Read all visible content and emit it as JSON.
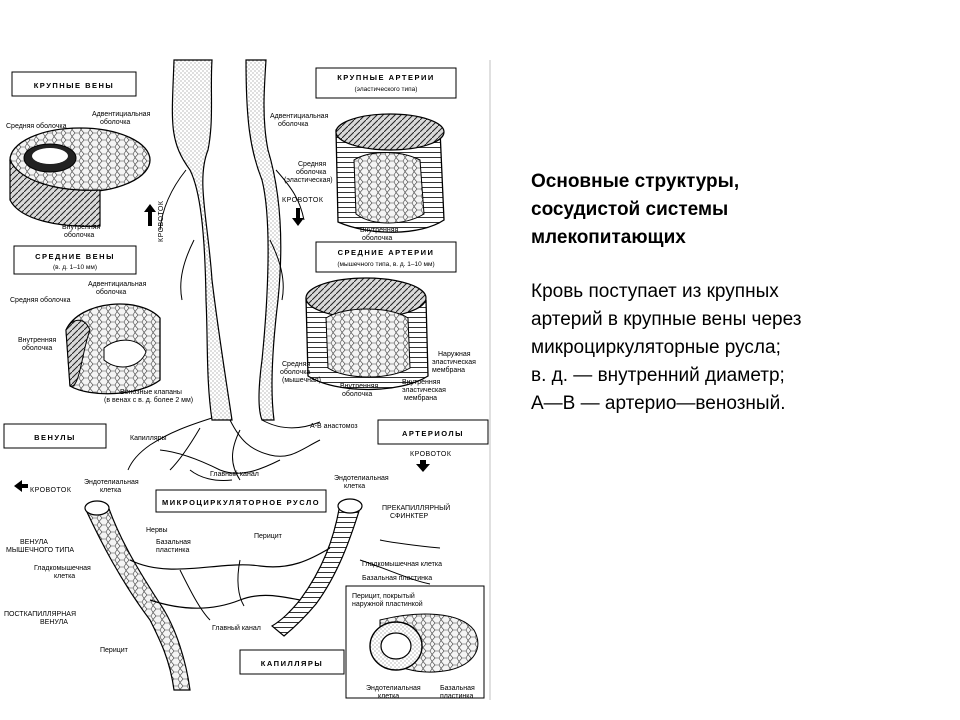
{
  "text": {
    "title_lines": [
      "Основные структуры,",
      "сосудистой системы",
      "млекопитающих"
    ],
    "body_lines": [
      "Кровь поступает из крупных",
      "артерий в крупные вены через",
      "микроциркуляторные русла;",
      "в. д. — внутренний диаметр;",
      "А—В — артерио—венозный."
    ]
  },
  "diagram": {
    "large_veins": {
      "title": "КРУПНЫЕ ВЕНЫ",
      "labels": {
        "adventitia": [
          "Адвентициальная",
          "оболочка"
        ],
        "media": "Средняя оболочка",
        "intima": [
          "Внутренняя",
          "оболочка"
        ]
      },
      "flow": "КРОВОТОК"
    },
    "large_arteries": {
      "title": "КРУПНЫЕ АРТЕРИИ",
      "subtitle": "(эластического типа)",
      "labels": {
        "adventitia": [
          "Адвентициальная",
          "оболочка"
        ],
        "media": [
          "Средняя",
          "оболочка",
          "(эластическая)"
        ],
        "intima": [
          "Внутренняя",
          "оболочка"
        ]
      },
      "flow": "КРОВОТОК"
    },
    "medium_veins": {
      "title": "СРЕДНИЕ ВЕНЫ",
      "subtitle": "(в. д. 1–10 мм)",
      "labels": {
        "adventitia": [
          "Адвентициальная",
          "оболочка"
        ],
        "media": "Средняя оболочка",
        "intima": [
          "Внутренняя",
          "оболочка"
        ],
        "valves": [
          "Венозные клапаны",
          "(в венах с в. д. более 2 мм)"
        ]
      }
    },
    "medium_arteries": {
      "title": "СРЕДНИЕ АРТЕРИИ",
      "subtitle": "(мышечного типа, в. д. 1–10 мм)",
      "labels": {
        "media": [
          "Средняя",
          "оболочка",
          "(мышечная)"
        ],
        "intima": [
          "Внутренняя",
          "оболочка"
        ],
        "outer_elastic": [
          "Наружная",
          "эластическая",
          "мембрана"
        ],
        "inner_elastic": [
          "Внутренняя",
          "эластическая",
          "мембрана"
        ]
      }
    },
    "center": {
      "capillaries": "Капилляры",
      "av_anastomosis": "А-В анастомоз",
      "main_channel": "Главный канал"
    },
    "venules": {
      "title": "ВЕНУЛЫ",
      "flow": "КРОВОТОК"
    },
    "arterioles": {
      "title": "АРТЕРИОЛЫ",
      "flow": "КРОВОТОК"
    },
    "microcirculation": {
      "title": "МИКРОЦИРКУЛЯТОРНОЕ РУСЛО",
      "labels": {
        "endothelial_left": [
          "Эндотелиальная",
          "клетка"
        ],
        "muscular_venule": [
          "ВЕНУЛА",
          "МЫШЕЧНОГО ТИПА"
        ],
        "nerves": "Нервы",
        "basal_left": [
          "Базальная",
          "пластинка"
        ],
        "smooth_left": [
          "Гладкомышечная",
          "клетка"
        ],
        "pericyte_mid": "Перицит",
        "postcapillary": [
          "ПОСТКАПИЛЛЯРНАЯ",
          "ВЕНУЛА"
        ],
        "main_channel": "Главный канал",
        "pericyte_low": "Перицит",
        "endothelial_right": [
          "Эндотелиальная",
          "клетка"
        ],
        "sphincter": [
          "ПРЕКАПИЛЛЯРНЫЙ",
          "СФИНКТЕР"
        ],
        "smooth_right": "Гладкомышечная клетка",
        "basal_right": "Базальная пластинка"
      }
    },
    "capillaries_box": {
      "title": "КАПИЛЛЯРЫ",
      "labels": {
        "pericyte_covered": [
          "Перицит, покрытый",
          "наружной пластинкой"
        ],
        "endothelial": [
          "Эндотелиальная",
          "клетка"
        ],
        "basal": [
          "Базальная",
          "пластинка"
        ]
      }
    }
  }
}
